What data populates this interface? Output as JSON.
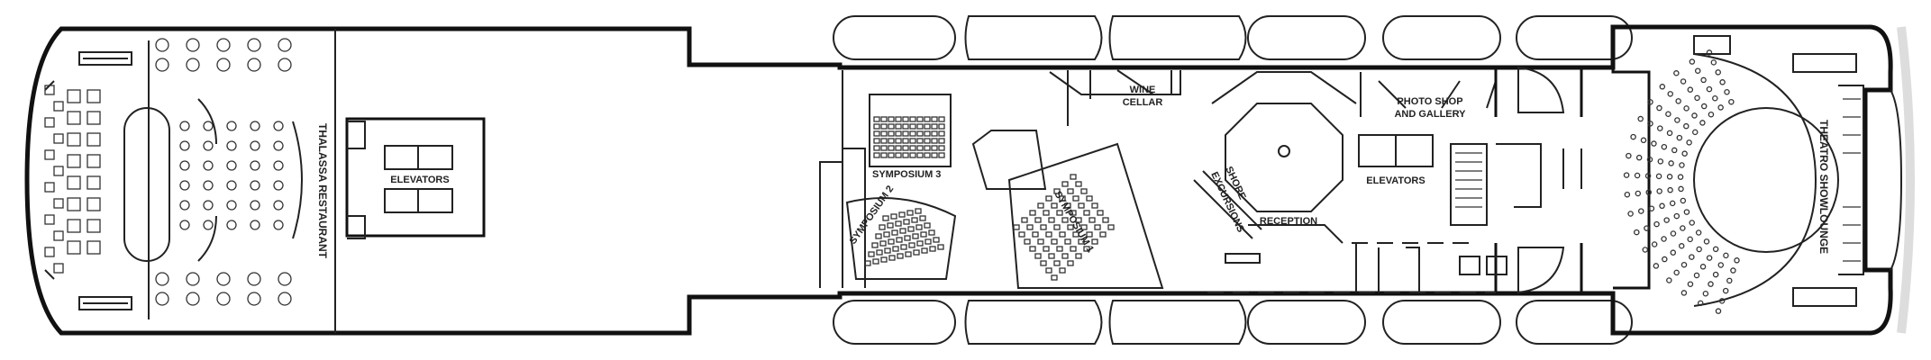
{
  "labels": {
    "thalassa_restaurant": "THALASSA RESTAURANT",
    "elevators_fwd": "ELEVATORS",
    "symposium_3": "SYMPOSIUM 3",
    "symposium_2": "SYMPOSIUM 2",
    "symposium_1": "SYMPOSIUM 1",
    "wine_cellar_l1": "WINE",
    "wine_cellar_l2": "CELLAR",
    "shore_excursions_l1": "SHORE",
    "shore_excursions_l2": "EXCURSIONS",
    "reception": "RECEPTION",
    "photo_shop_l1": "PHOTO SHOP",
    "photo_shop_l2": "AND GALLERY",
    "elevators_mid": "ELEVATORS",
    "theatro_showlounge": "THEATRO SHOWLOUNGE"
  },
  "colors": {
    "ink": "#111111",
    "background": "#ffffff"
  }
}
